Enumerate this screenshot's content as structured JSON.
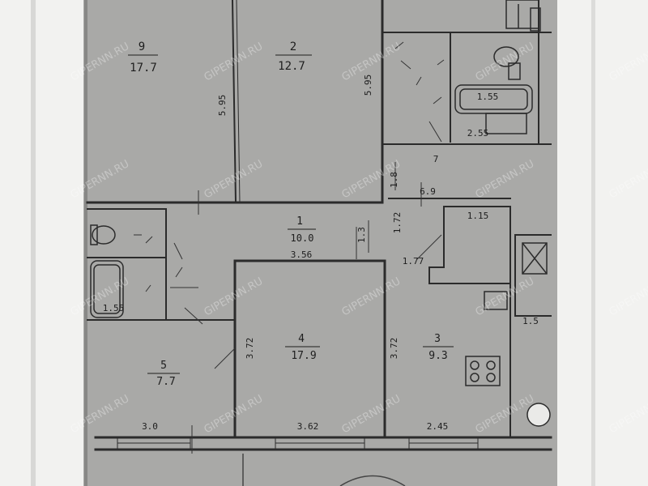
{
  "watermark": "GIPERNN.RU",
  "rooms": [
    {
      "id": "room-9",
      "number": "9",
      "area": "17.7"
    },
    {
      "id": "room-2",
      "number": "2",
      "area": "12.7"
    },
    {
      "id": "room-1",
      "number": "1",
      "area": "10.0"
    },
    {
      "id": "room-4",
      "number": "4",
      "area": "17.9"
    },
    {
      "id": "room-3",
      "number": "3",
      "area": "9.3"
    },
    {
      "id": "room-5",
      "number": "5",
      "area": "7.7"
    }
  ],
  "dimensions": {
    "d_595a": "5.95",
    "d_595b": "5.95",
    "d_155a": "1.55",
    "d_155b": "1.55",
    "d_255": "2.55",
    "d_69": "6.9",
    "d_115": "1.15",
    "d_356": "3.56",
    "d_177": "1.77",
    "d_372a": "3.72",
    "d_372b": "3.72",
    "d_245": "2.45",
    "d_30": "3.0",
    "d_362": "3.62",
    "d_18": "1.8",
    "d_172": "1.72",
    "d_13": "1.3",
    "d_15": "1.5",
    "d_7": "7"
  }
}
